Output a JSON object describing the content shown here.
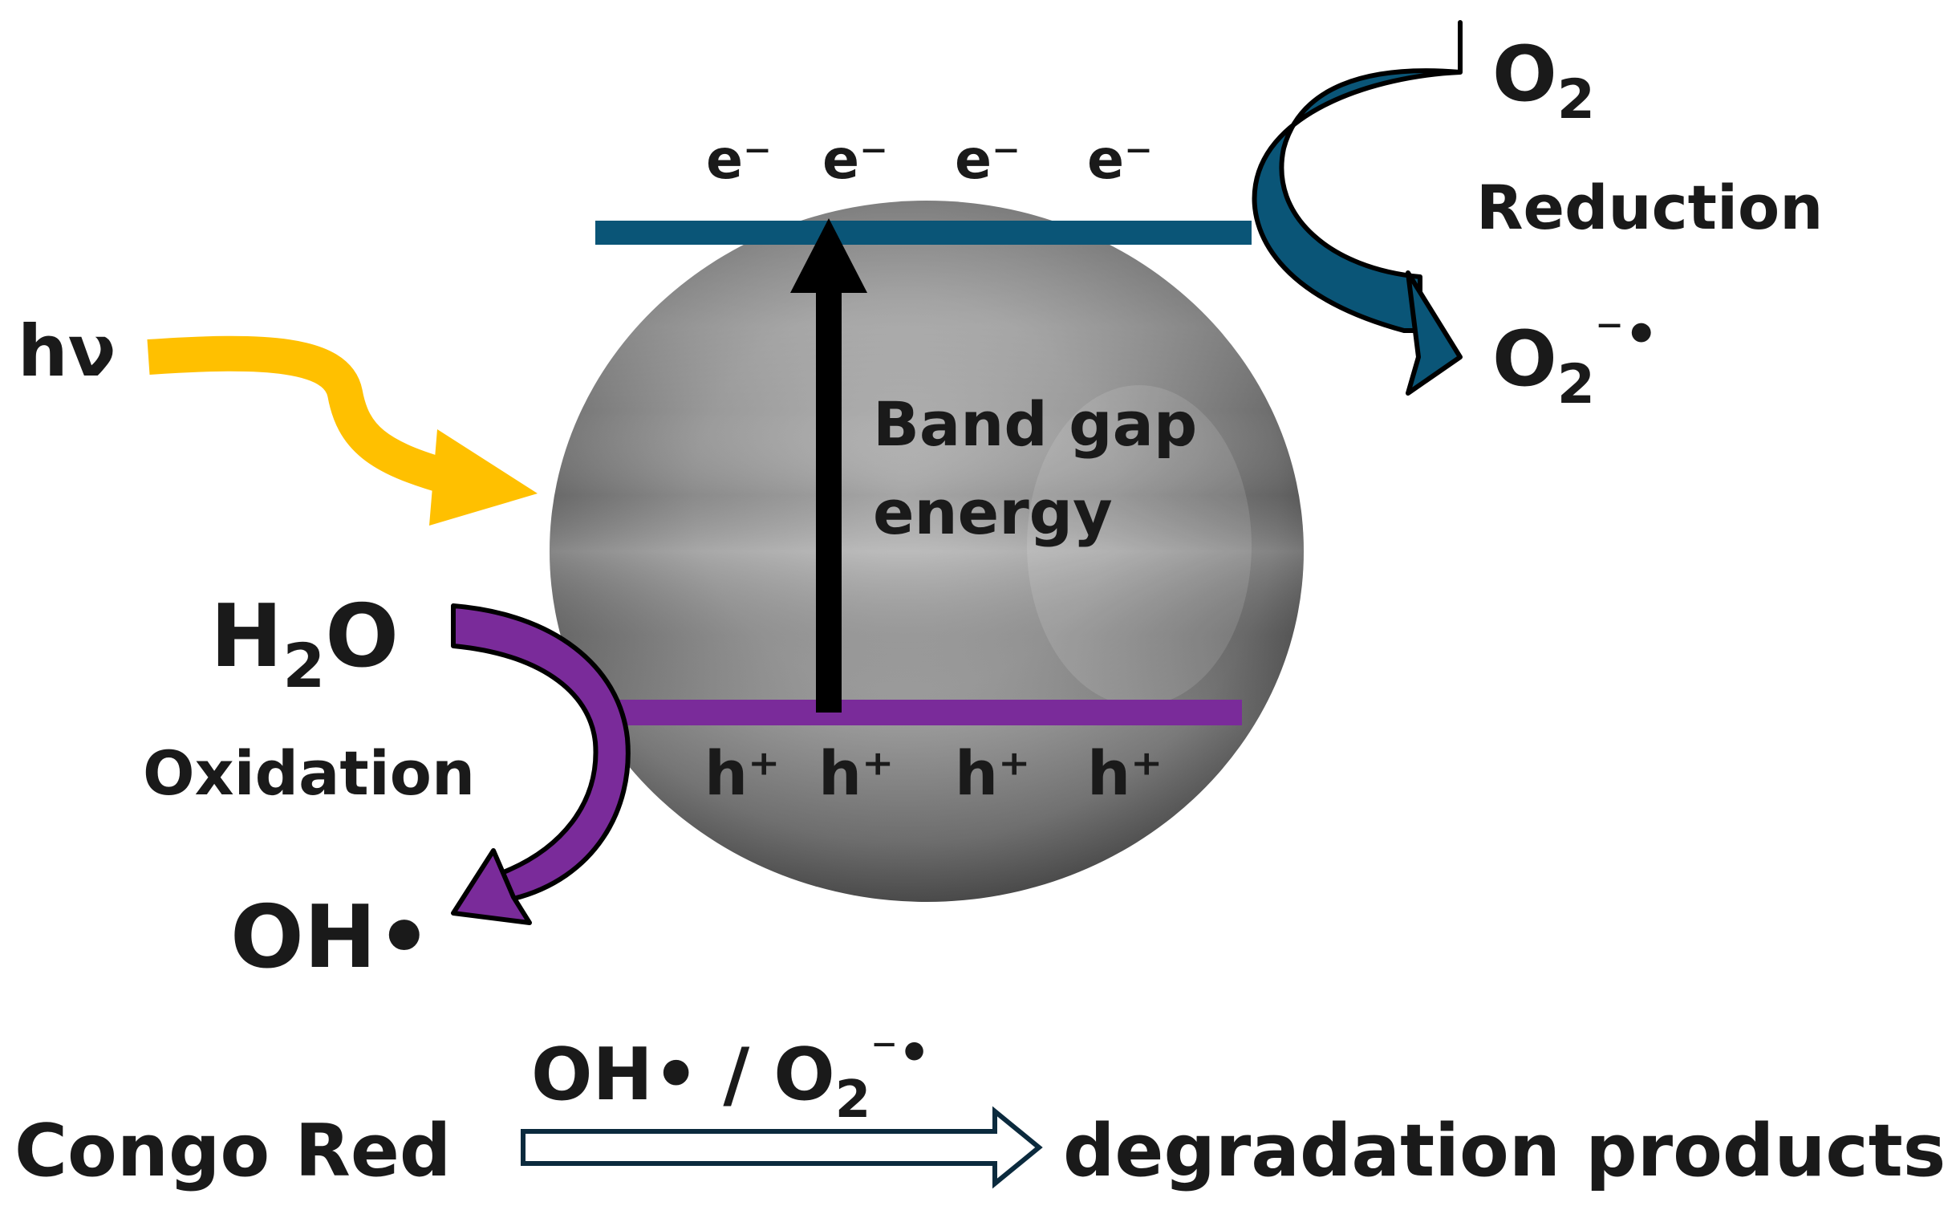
{
  "colors": {
    "conduction_band": "#0a5577",
    "valence_band": "#7a2b9a",
    "light_arrow": "#ffc000",
    "reduction_arrow": "#0a5577",
    "oxidation_arrow": "#7a2b9a",
    "band_gap_arrow": "#000000",
    "text": "#1a1a1a"
  },
  "light": {
    "symbol": "hν"
  },
  "conduction_band": {
    "electrons": [
      "e⁻",
      "e⁻",
      "e⁻",
      "e⁻"
    ]
  },
  "valence_band": {
    "holes": [
      "h⁺",
      "h⁺",
      "h⁺",
      "h⁺"
    ]
  },
  "band_gap": {
    "line1": "Band gap",
    "line2": "energy"
  },
  "reduction": {
    "reactant_main": "O",
    "reactant_sub": "2",
    "label": "Reduction",
    "product_main": "O",
    "product_sub": "2",
    "product_sup": "⁻•"
  },
  "oxidation": {
    "reactant_pre": "H",
    "reactant_sub": "2",
    "reactant_post": "O",
    "label": "Oxidation",
    "product": "OH•"
  },
  "overall_reaction": {
    "reactant": "Congo Red",
    "reagent_oh": "OH•",
    "reagent_sep": "/",
    "reagent_o_main": "O",
    "reagent_o_sub": "2",
    "reagent_o_sup": "⁻•",
    "product": "degradation products"
  }
}
